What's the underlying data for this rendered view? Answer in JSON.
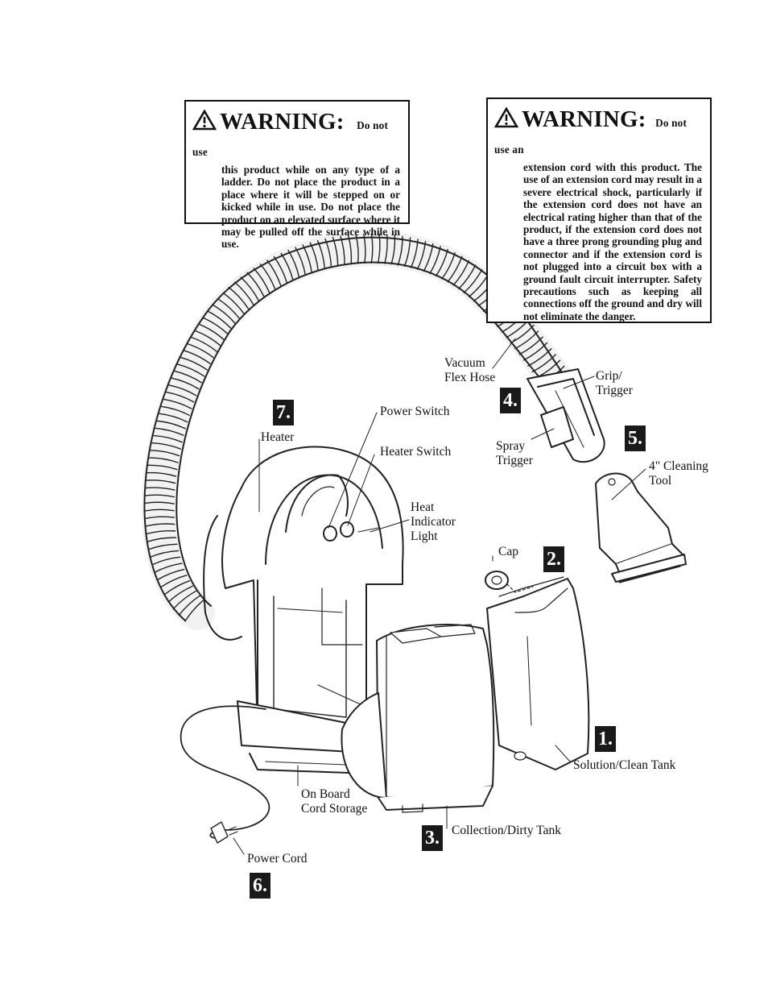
{
  "warnings": [
    {
      "heading": "WARNING:",
      "lead": "Do not use",
      "body": "this product while on any type of a ladder. Do not place the product in a place where it will be stepped on or kicked while in use. Do not place the product on an elevated surface where it may be pulled off the surface while in use."
    },
    {
      "heading": "WARNING:",
      "lead": "Do not use an",
      "body": "extension cord with this product. The use of an extension cord may result in a severe electrical shock, particularly if the extension cord does not have an electrical rating higher than that of the product, if the extension cord does not have a three prong grounding plug and connector and if the extension cord is not plugged into a circuit box with a ground fault circuit interrupter. Safety precautions such as keeping all connections off the ground and dry will not eliminate the danger."
    }
  ],
  "labels": {
    "vacuum_flex_hose_line1": "Vacuum",
    "vacuum_flex_hose_line2": "Flex Hose",
    "grip_trigger_line1": "Grip/",
    "grip_trigger_line2": "Trigger",
    "power_switch": "Power Switch",
    "heater": "Heater",
    "heater_switch": "Heater Switch",
    "spray_trigger_line1": "Spray",
    "spray_trigger_line2": "Trigger",
    "cleaning_tool_line1": "4\" Cleaning",
    "cleaning_tool_line2": "Tool",
    "heat_light_line1": "Heat",
    "heat_light_line2": "Indicator",
    "heat_light_line3": "Light",
    "cap": "Cap",
    "solution_tank": "Solution/Clean Tank",
    "cord_storage_line1": "On Board",
    "cord_storage_line2": "Cord Storage",
    "collection_tank": "Collection/Dirty Tank",
    "power_cord": "Power Cord"
  },
  "badges": {
    "b1": "1.",
    "b2": "2.",
    "b3": "3.",
    "b4": "4.",
    "b5": "5.",
    "b6": "6.",
    "b7": "7."
  }
}
